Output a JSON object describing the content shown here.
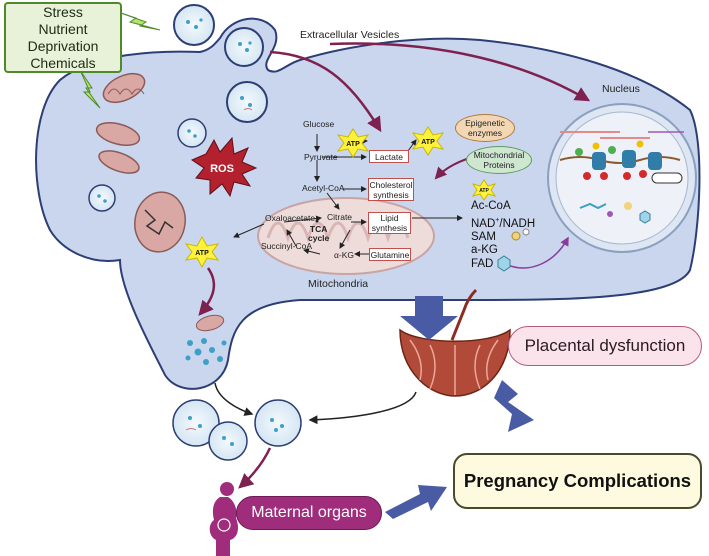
{
  "stress_box": {
    "line1": "Stress",
    "line2": "Nutrient Deprivation",
    "line3": "Chemicals"
  },
  "extracellular_vesicles": "Extracellular Vesicles",
  "nucleus": "Nucleus",
  "mitochondria": "Mitochondria",
  "ros": "ROS",
  "atp": "ATP",
  "metabolism": {
    "glucose": "Glucose",
    "pyruvate": "Pyruvate",
    "acetyl_coa": "Acetyl-CoA",
    "oxaloacetate": "Oxaloacetate",
    "citrate": "Citrate",
    "succinyl_coa": "Succinyl-CoA",
    "a_kg": "α-KG",
    "tca_line1": "TCA",
    "tca_line2": "cycle",
    "lactate": "Lactate",
    "cholesterol_line1": "Cholesterol",
    "cholesterol_line2": "synthesis",
    "lipid_line1": "Lipid",
    "lipid_line2": "synthesis",
    "glutamine": "Glutamine"
  },
  "epigenetic_line1": "Epigenetic",
  "epigenetic_line2": "enzymes",
  "mito_proteins_line1": "Mitochondrial",
  "mito_proteins_line2": "Proteins",
  "metabolites": {
    "ac_coa": "Ac-CoA",
    "nad_main": "NAD",
    "nad_sup": "+",
    "nad_rest": "/NADH",
    "sam": "SAM",
    "a_kg": "a-KG",
    "fad": "FAD"
  },
  "placental_dysfunction": "Placental dysfunction",
  "maternal_organs": "Maternal organs",
  "pregnancy_complications": "Pregnancy Complications",
  "colors": {
    "cell_fill": "#c9d6ee",
    "cell_stroke": "#2c3e73",
    "mitochondria": "#d9a7a4",
    "arrow_purple": "#7e2150",
    "big_arrow": "#4a5ba6",
    "atp_star": "#fff23d",
    "ros": "#b3202e"
  }
}
